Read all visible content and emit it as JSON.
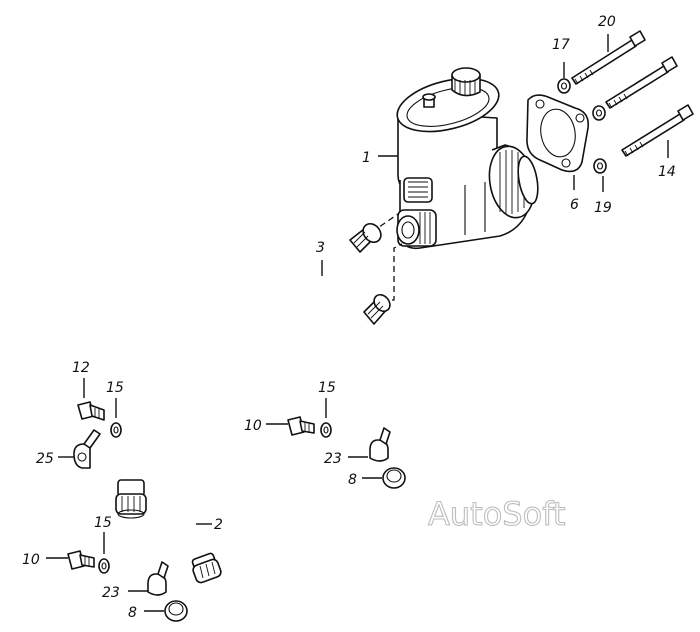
{
  "callouts": {
    "c20": "20",
    "c17": "17",
    "c1": "1",
    "c14": "14",
    "c6": "6",
    "c19": "19",
    "c3": "3",
    "c12": "12",
    "c15a": "15",
    "c15b": "15",
    "c15c": "15",
    "c25": "25",
    "c10a": "10",
    "c10b": "10",
    "c23a": "23",
    "c23b": "23",
    "c8a": "8",
    "c8b": "8",
    "c2": "2"
  },
  "watermark": "AutoSoft"
}
